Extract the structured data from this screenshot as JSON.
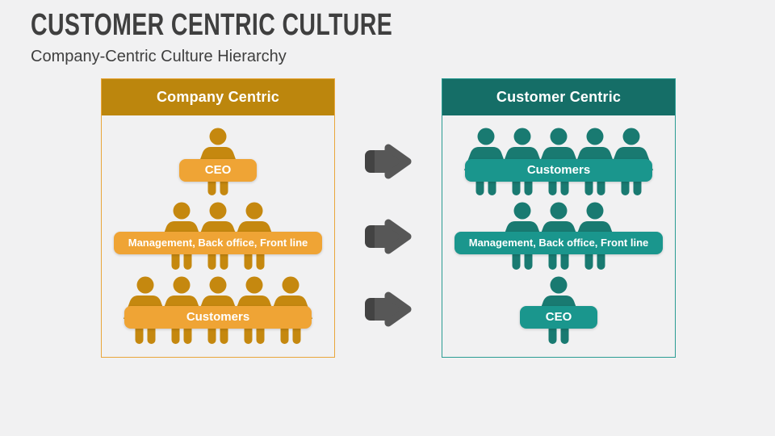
{
  "slide": {
    "title": "CUSTOMER CENTRIC CULTURE",
    "subtitle": "Company-Centric Culture Hierarchy"
  },
  "colors": {
    "background": "#F1F1F2",
    "title_text": "#3F3F3F",
    "label_text": "#FFFFFF",
    "arrow": "#575757",
    "arrow_dark": "#434343"
  },
  "panels": [
    {
      "title": "Company Centric",
      "header_bg": "#BC860D",
      "border": "#E9A63B",
      "person_color": "#C5880F",
      "label_bg": "#EFA435",
      "rows": [
        {
          "label": "CEO",
          "people": 1
        },
        {
          "label": "Management, Back office, Front line",
          "people": 3
        },
        {
          "label": "Customers",
          "people": 5
        }
      ]
    },
    {
      "title": "Customer Centric",
      "header_bg": "#156E67",
      "border": "#2A9C93",
      "person_color": "#197A71",
      "label_bg": "#1A968D",
      "rows": [
        {
          "label": "Customers",
          "people": 5
        },
        {
          "label": "Management, Back office, Front line",
          "people": 3
        },
        {
          "label": "CEO",
          "people": 1
        }
      ]
    }
  ],
  "arrows": {
    "count": 3,
    "direction": "right"
  }
}
